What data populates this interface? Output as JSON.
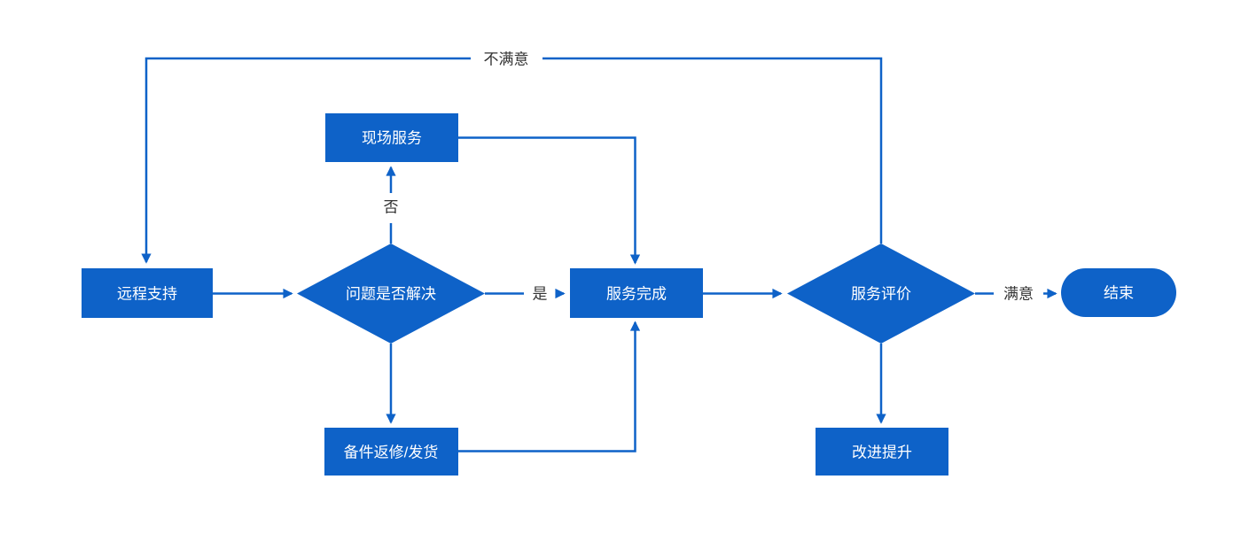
{
  "diagram": {
    "type": "flowchart",
    "colors": {
      "accent": "#0E62C8",
      "node_text": "#FFFFFF",
      "label_text": "#333333",
      "background": "#FFFFFF"
    },
    "nodes": {
      "remote_support": "远程支持",
      "problem_solved": "问题是否解决",
      "onsite_service": "现场服务",
      "service_complete": "服务完成",
      "spare_parts": "备件返修/发货",
      "service_evaluation": "服务评价",
      "improvement": "改进提升",
      "end": "结束"
    },
    "edge_labels": {
      "no": "否",
      "yes": "是",
      "satisfied": "满意",
      "unsatisfied": "不满意"
    }
  }
}
